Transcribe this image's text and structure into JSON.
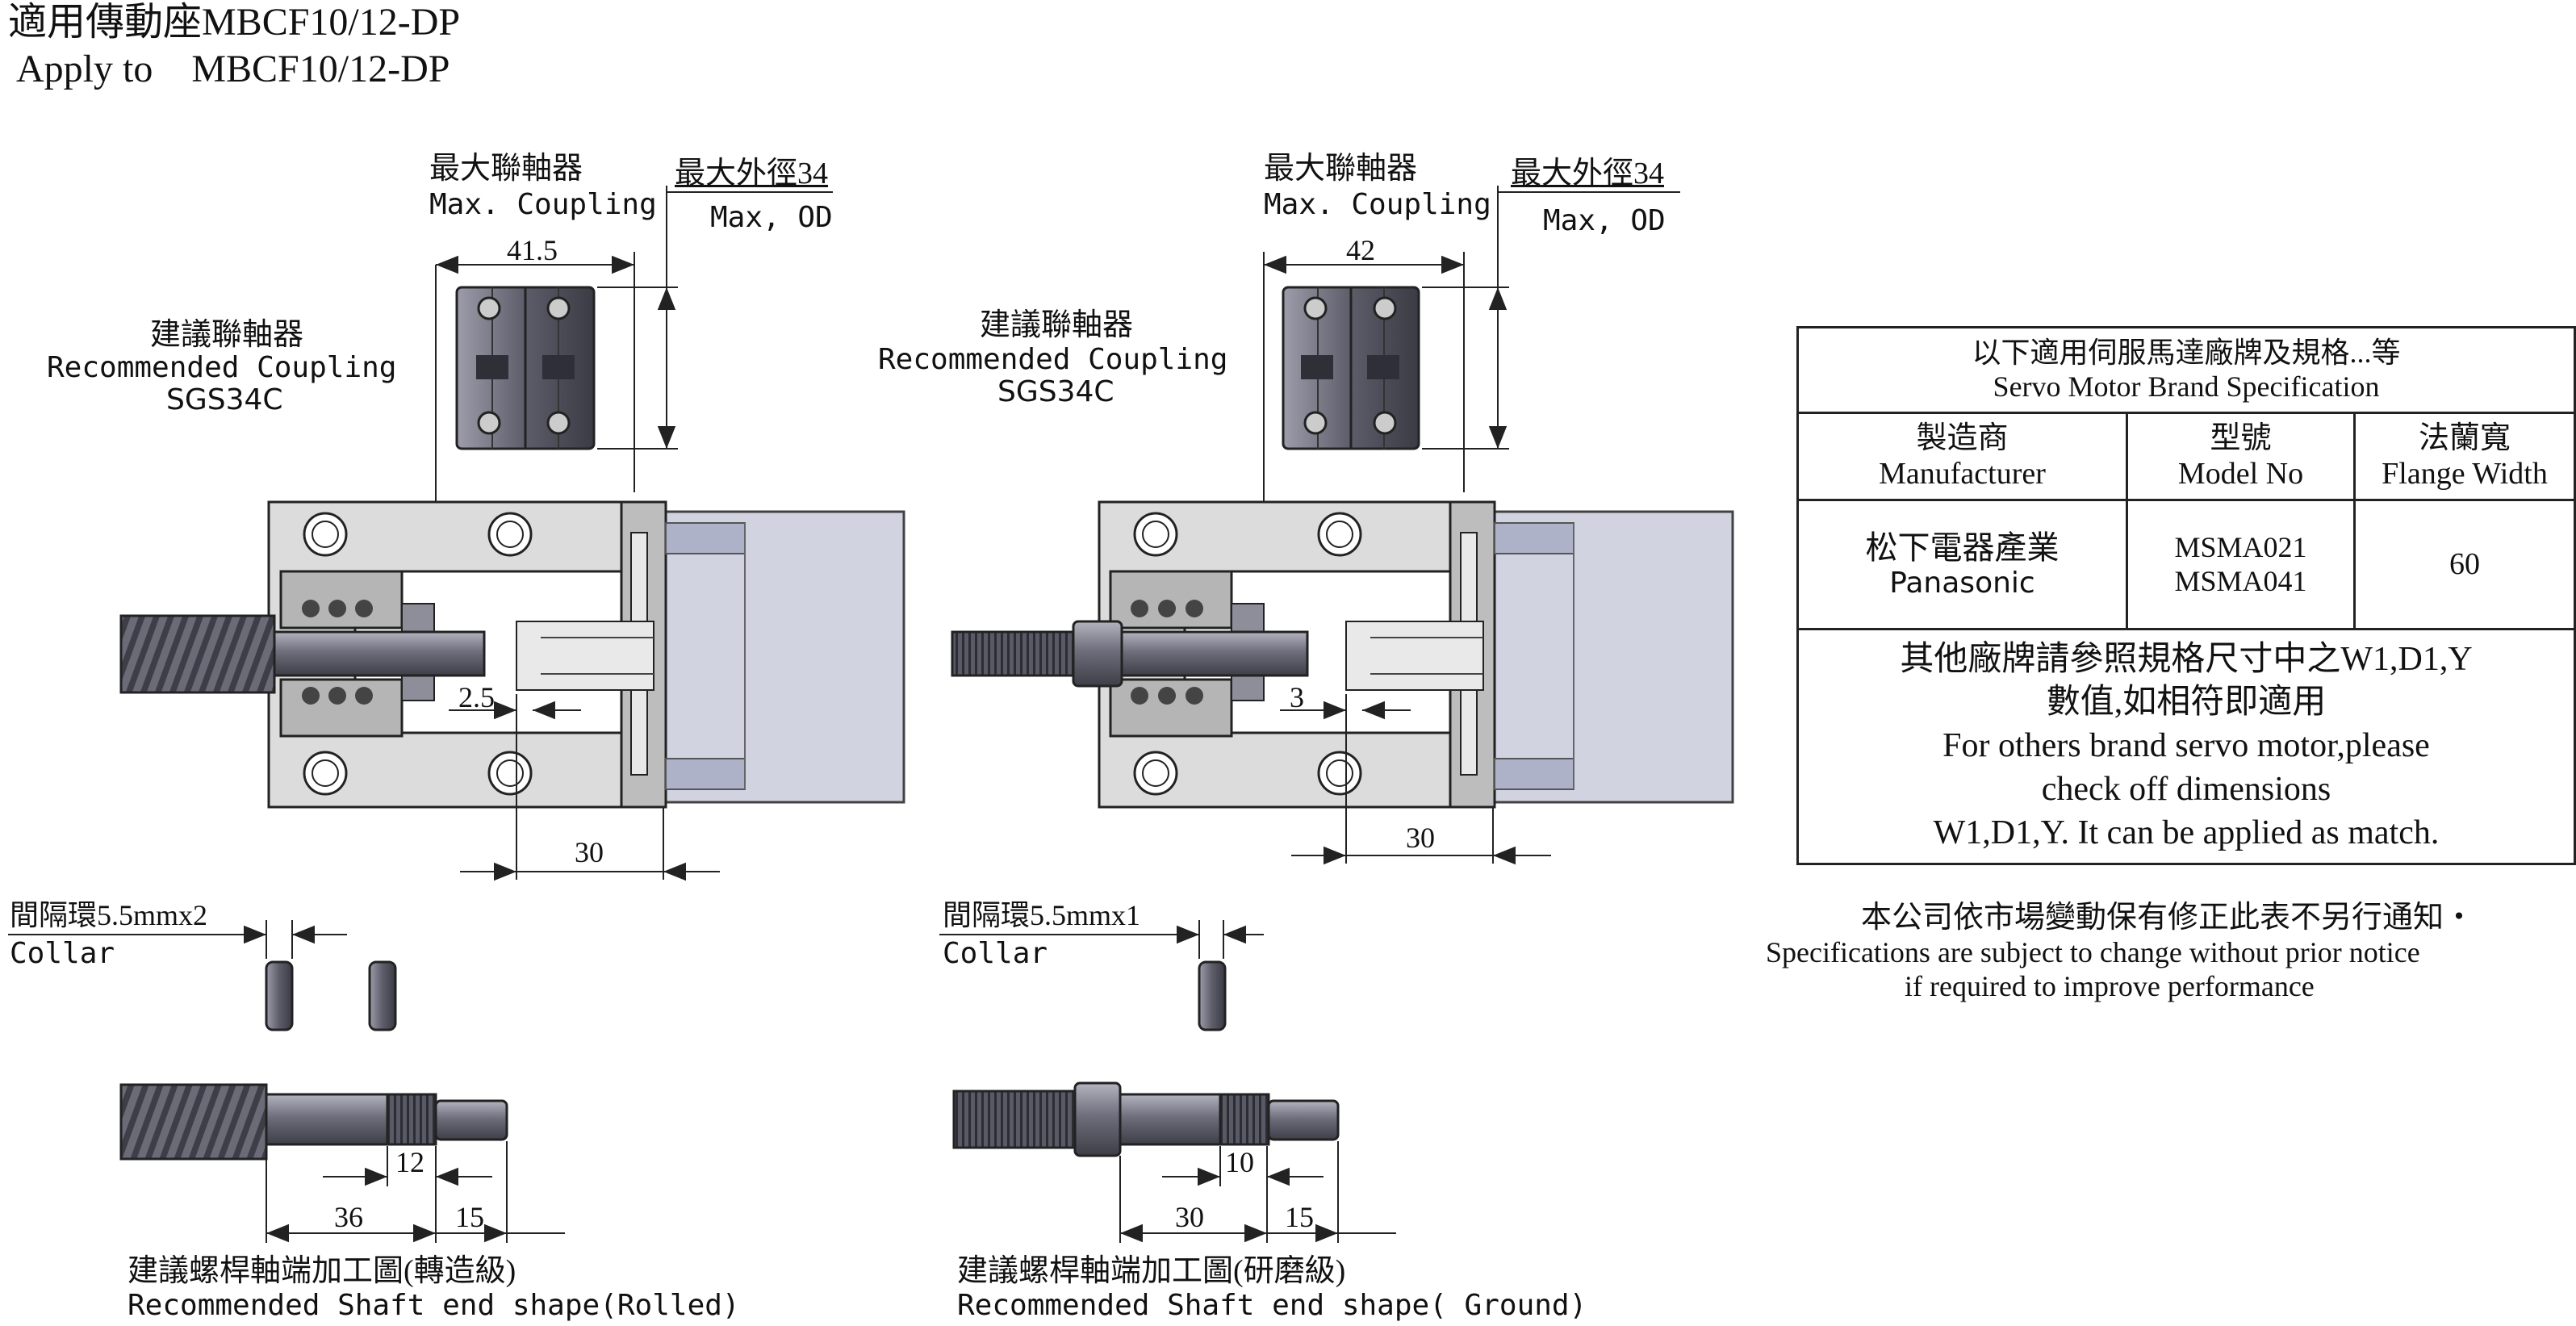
{
  "header": {
    "title_zh": "適用傳動座MBCF10/12-DP",
    "title_en": "Apply to    MBCF10/12-DP"
  },
  "left": {
    "max_coupling_zh": "最大聯軸器",
    "max_coupling_en": "Max. Coupling",
    "max_od_zh": "最大外徑34",
    "max_od_en": "Max, OD",
    "coupling_width": "41.5",
    "rec_coupling_zh": "建議聯軸器",
    "rec_coupling_en": "Recommended Coupling",
    "rec_coupling_model": "SGS34C",
    "gap": "2.5",
    "dim_30": "30",
    "collar_zh": "間隔環5.5mmx2",
    "collar_en": "Collar",
    "shaft_dim_12": "12",
    "shaft_dim_36": "36",
    "shaft_dim_15": "15",
    "shaft_caption_zh": "建議螺桿軸端加工圖(轉造級)",
    "shaft_caption_en": "Recommended Shaft end shape(Rolled)"
  },
  "right": {
    "max_coupling_zh": "最大聯軸器",
    "max_coupling_en": "Max. Coupling",
    "max_od_zh": "最大外徑34",
    "max_od_en": "Max, OD",
    "coupling_width": "42",
    "rec_coupling_zh": "建議聯軸器",
    "rec_coupling_en": "Recommended Coupling",
    "rec_coupling_model": "SGS34C",
    "gap": "3",
    "dim_30": "30",
    "collar_zh": "間隔環5.5mmx1",
    "collar_en": "Collar",
    "shaft_dim_10": "10",
    "shaft_dim_30": "30",
    "shaft_dim_15": "15",
    "shaft_caption_zh": "建議螺桿軸端加工圖(研磨級)",
    "shaft_caption_en": "Recommended Shaft end shape( Ground)"
  },
  "table": {
    "title_zh": "以下適用伺服馬達廠牌及規格...等",
    "title_en": "Servo Motor Brand Specification",
    "headers": [
      {
        "zh": "製造商",
        "en": "Manufacturer"
      },
      {
        "zh": "型號",
        "en": "Model No"
      },
      {
        "zh": "法蘭寬",
        "en": "Flange Width"
      }
    ],
    "row": {
      "manufacturer_zh": "松下電器產業",
      "manufacturer_en": "Panasonic",
      "model_1": "MSMA021",
      "model_2": "MSMA041",
      "flange": "60"
    },
    "note_zh_1": "其他廠牌請參照規格尺寸中之W1,D1,Y",
    "note_zh_2": "數值,如相符即適用",
    "note_en_1": "For others brand servo motor,please",
    "note_en_2": "check off dimensions",
    "note_en_3": "W1,D1,Y. It can be applied as match."
  },
  "footer": {
    "notice_zh": "本公司依市場變動保有修正此表不另行通知・",
    "notice_en_1": "Specifications are subject to change without prior notice",
    "notice_en_2": "if required to improve performance"
  },
  "colors": {
    "line": "#222222",
    "housing": "#d8d8d8",
    "steel": "#7b7b87",
    "steel_dark": "#4a4a55",
    "motor": "#c9ccdc"
  }
}
